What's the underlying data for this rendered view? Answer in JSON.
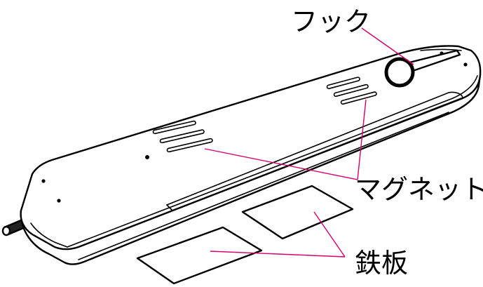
{
  "labels": {
    "hook": "フック",
    "magnet": "マグネット",
    "iron_plate": "鉄板"
  },
  "colors": {
    "leader_line": "#d6006e",
    "outline": "#000000",
    "fill": "#ffffff"
  }
}
